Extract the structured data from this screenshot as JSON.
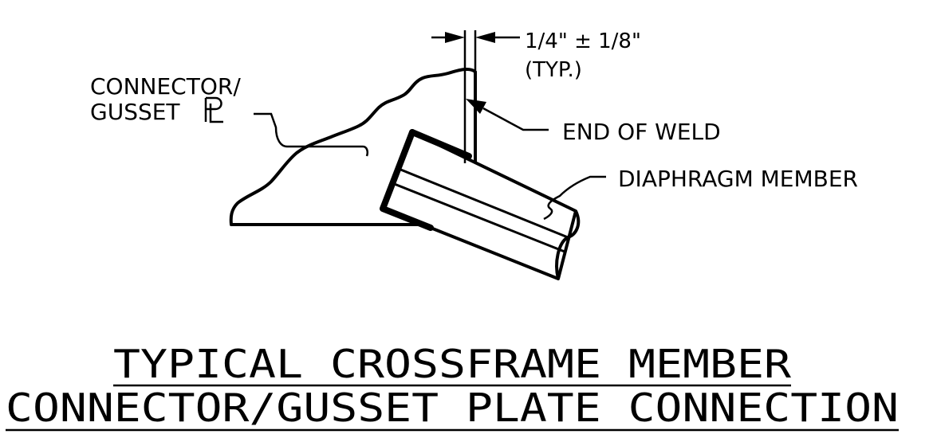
{
  "labels": {
    "connector_line1": "CONNECTOR/",
    "connector_line2": "GUSSET",
    "plate_symbol": "PL",
    "dimension_main": "1/4\" ± 1/8\"",
    "dimension_typ": "(TYP.)",
    "end_of_weld": "END OF WELD",
    "diaphragm_member": "DIAPHRAGM MEMBER"
  },
  "title": {
    "line1": "TYPICAL CROSSFRAME MEMBER",
    "line2": "CONNECTOR/GUSSET PLATE CONNECTION"
  }
}
